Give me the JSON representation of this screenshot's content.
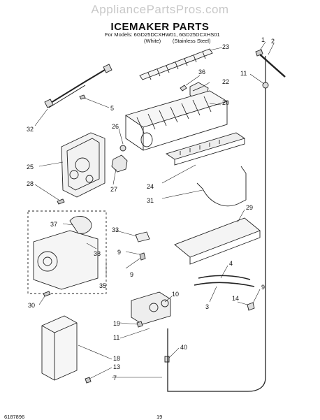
{
  "watermark": "AppliancePartsPros.com",
  "title": "ICEMAKER PARTS",
  "models": {
    "prefix": "For Models: 6GD25DCXHW01, 6GD25DCXHS01",
    "white": "(White)",
    "stainless": "(Stainless Steel)"
  },
  "callouts": [
    "1",
    "2",
    "23",
    "36",
    "11",
    "22",
    "5",
    "20",
    "26",
    "32",
    "25",
    "28",
    "27",
    "24",
    "31",
    "29",
    "37",
    "33",
    "9",
    "38",
    "9",
    "35",
    "4",
    "30",
    "10",
    "9",
    "3",
    "14",
    "19",
    "11",
    "40",
    "18",
    "13",
    "7"
  ],
  "footer": {
    "doc_number": "6187896",
    "page": "19"
  }
}
